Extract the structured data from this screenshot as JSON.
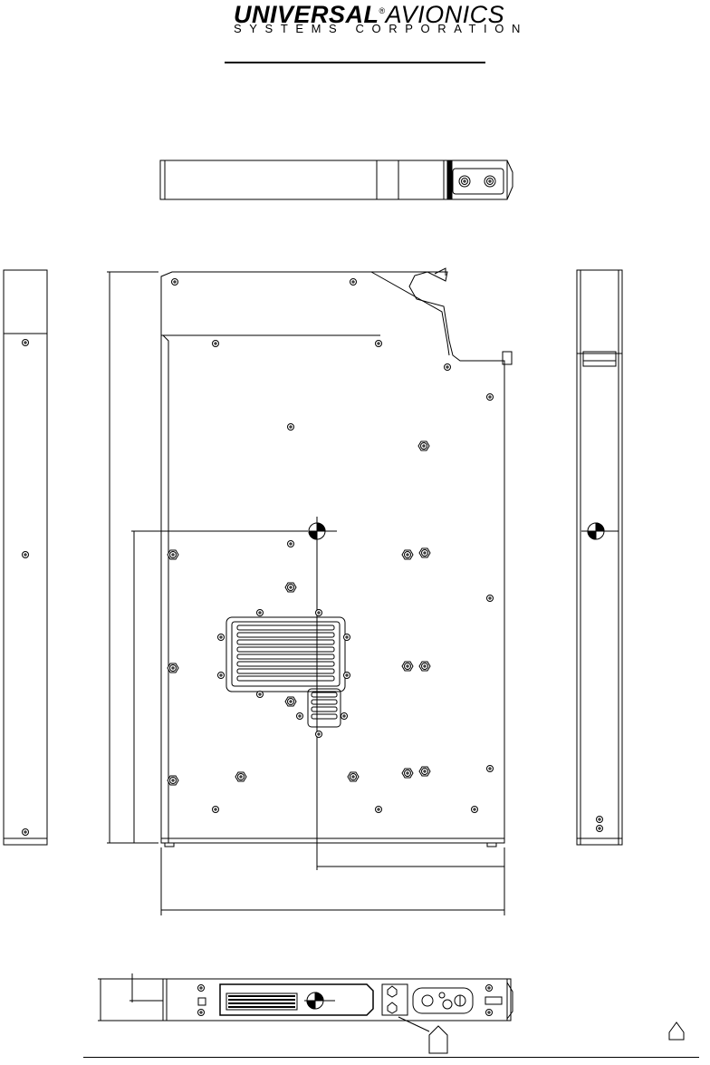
{
  "logo": {
    "brand_bold": "UNIVERSAL",
    "registered": "®",
    "brand_light": "AVIONICS",
    "subtitle": "SYSTEMS CORPORATION"
  },
  "icons": {
    "callout_tag": "pentagon-tag-icon",
    "page_marker": "pentagon-marker-icon"
  }
}
